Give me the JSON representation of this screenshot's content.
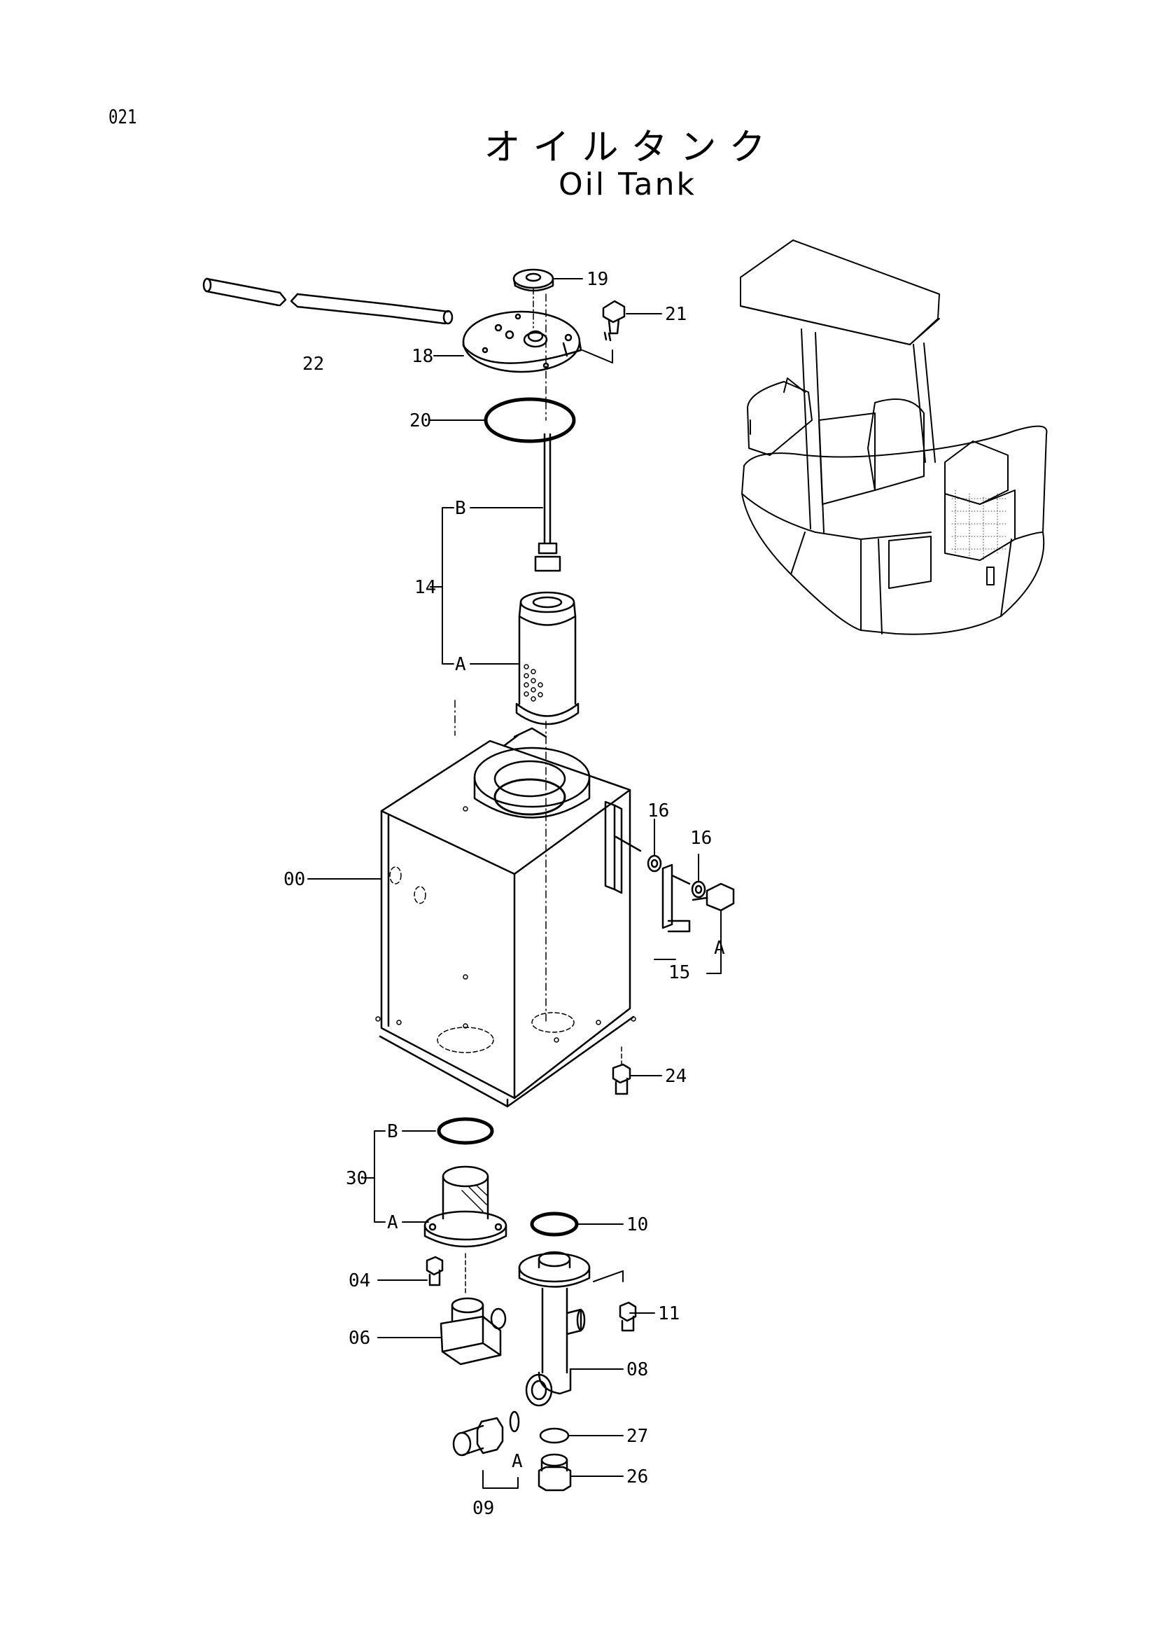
{
  "page_number": "021",
  "title_ja": "オイルタンク",
  "title_en": "Oil Tank",
  "callouts": {
    "p00": "00",
    "p04": "04",
    "p06": "06",
    "p08": "08",
    "p09": "09",
    "p10": "10",
    "p11": "11",
    "p14": "14",
    "p15": "15",
    "p16a": "16",
    "p16b": "16",
    "p18": "18",
    "p19": "19",
    "p20": "20",
    "p21": "21",
    "p22": "22",
    "p24": "24",
    "p26": "26",
    "p27": "27",
    "p30": "30"
  },
  "sub_labels": {
    "a14": "A",
    "b14": "B",
    "a15": "A",
    "a30": "A",
    "b30": "B",
    "a09": "A"
  }
}
